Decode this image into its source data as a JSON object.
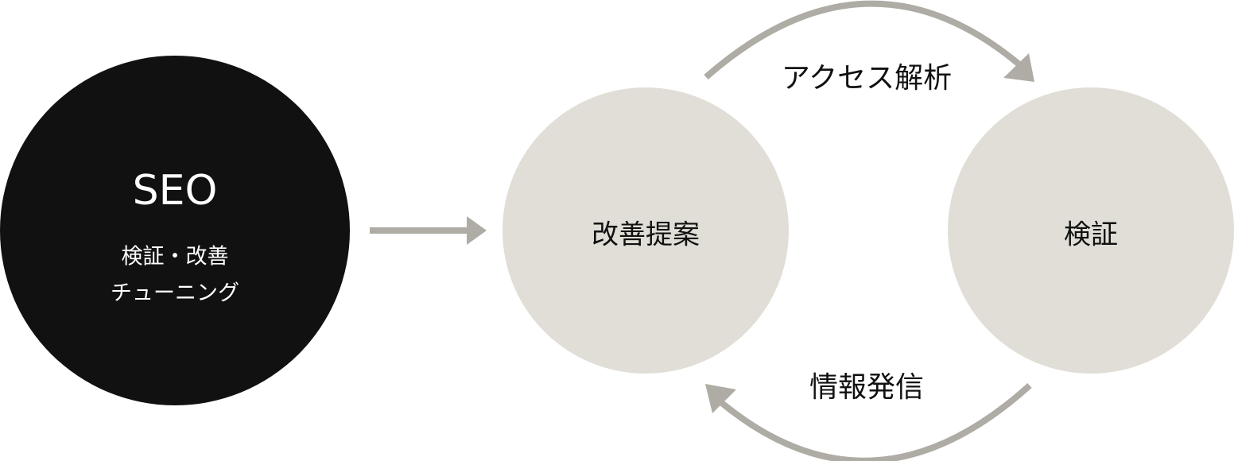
{
  "seo": {
    "title": "SEO",
    "line1": "検証・改善",
    "line2": "チューニング"
  },
  "nodes": {
    "proposal": "改善提案",
    "verify": "検証"
  },
  "arrows": {
    "top_label": "アクセス解析",
    "bottom_label": "情報発信"
  },
  "colors": {
    "dark": "#111111",
    "node": "#e0ded6",
    "arrow": "#aeaca4"
  }
}
